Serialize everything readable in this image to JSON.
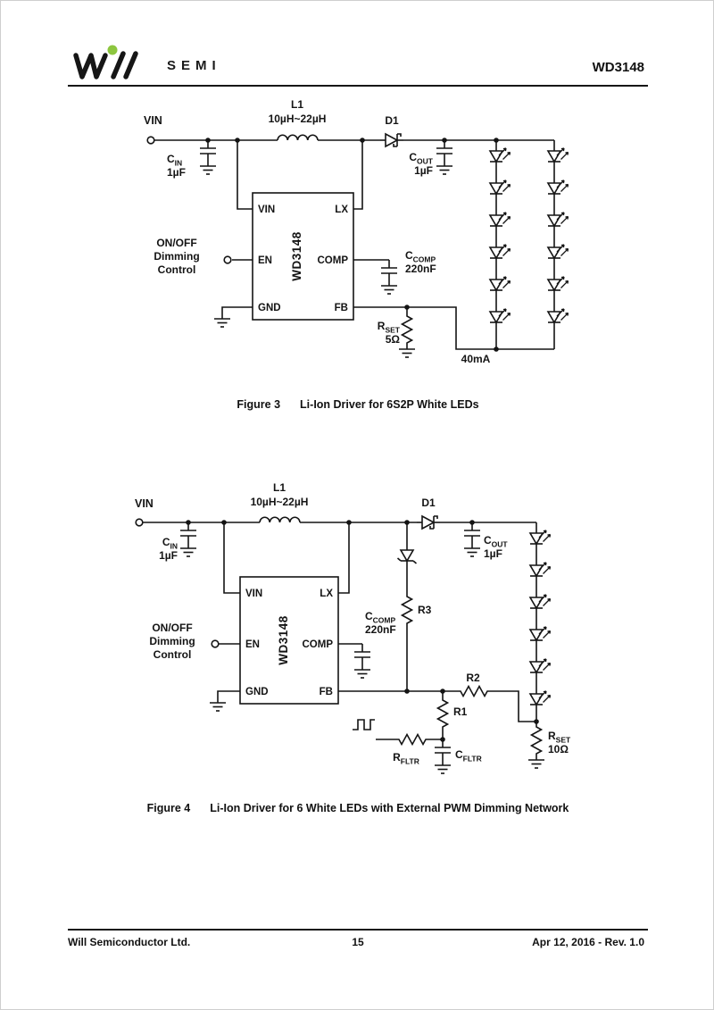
{
  "colors": {
    "logo_green": "#8dc63f",
    "ink": "#141414"
  },
  "header": {
    "brand": "SEMI",
    "part": "WD3148"
  },
  "footer": {
    "company": "Will Semiconductor Ltd.",
    "page": "15",
    "date": "Apr 12, 2016 - Rev. 1.0"
  },
  "fig3": {
    "caption_label": "Figure 3",
    "caption_title": "Li-Ion Driver for 6S2P White LEDs",
    "vin": "VIN",
    "cin": {
      "name": "C",
      "sub": "IN",
      "value": "1µF"
    },
    "l1": {
      "name": "L1",
      "value": "10µH~22µH"
    },
    "d1": "D1",
    "cout": {
      "name": "C",
      "sub": "OUT",
      "value": "1µF"
    },
    "ic": {
      "name": "WD3148",
      "pin_vin": "VIN",
      "pin_lx": "LX",
      "pin_en": "EN",
      "pin_comp": "COMP",
      "pin_gnd": "GND",
      "pin_fb": "FB"
    },
    "en_control": [
      "ON/OFF",
      "Dimming",
      "Control"
    ],
    "ccomp": {
      "name": "C",
      "sub": "COMP",
      "value": "220nF"
    },
    "rset": {
      "name": "R",
      "sub": "SET",
      "value": "5Ω"
    },
    "current": "40mA"
  },
  "fig4": {
    "caption_label": "Figure 4",
    "caption_title": "Li-Ion Driver for 6 White LEDs with External PWM Dimming Network",
    "vin": "VIN",
    "cin": {
      "name": "C",
      "sub": "IN",
      "value": "1µF"
    },
    "l1": {
      "name": "L1",
      "value": "10µH~22µH"
    },
    "d1": "D1",
    "cout": {
      "name": "C",
      "sub": "OUT",
      "value": "1µF"
    },
    "ic": {
      "name": "WD3148",
      "pin_vin": "VIN",
      "pin_lx": "LX",
      "pin_en": "EN",
      "pin_comp": "COMP",
      "pin_gnd": "GND",
      "pin_fb": "FB"
    },
    "en_control": [
      "ON/OFF",
      "Dimming",
      "Control"
    ],
    "ccomp": {
      "name": "C",
      "sub": "COMP",
      "value": "220nF"
    },
    "r1": "R1",
    "r2": "R2",
    "r3": "R3",
    "rfltr": {
      "name": "R",
      "sub": "FLTR"
    },
    "cfltr": {
      "name": "C",
      "sub": "FLTR"
    },
    "rset": {
      "name": "R",
      "sub": "SET",
      "value": "10Ω"
    }
  }
}
